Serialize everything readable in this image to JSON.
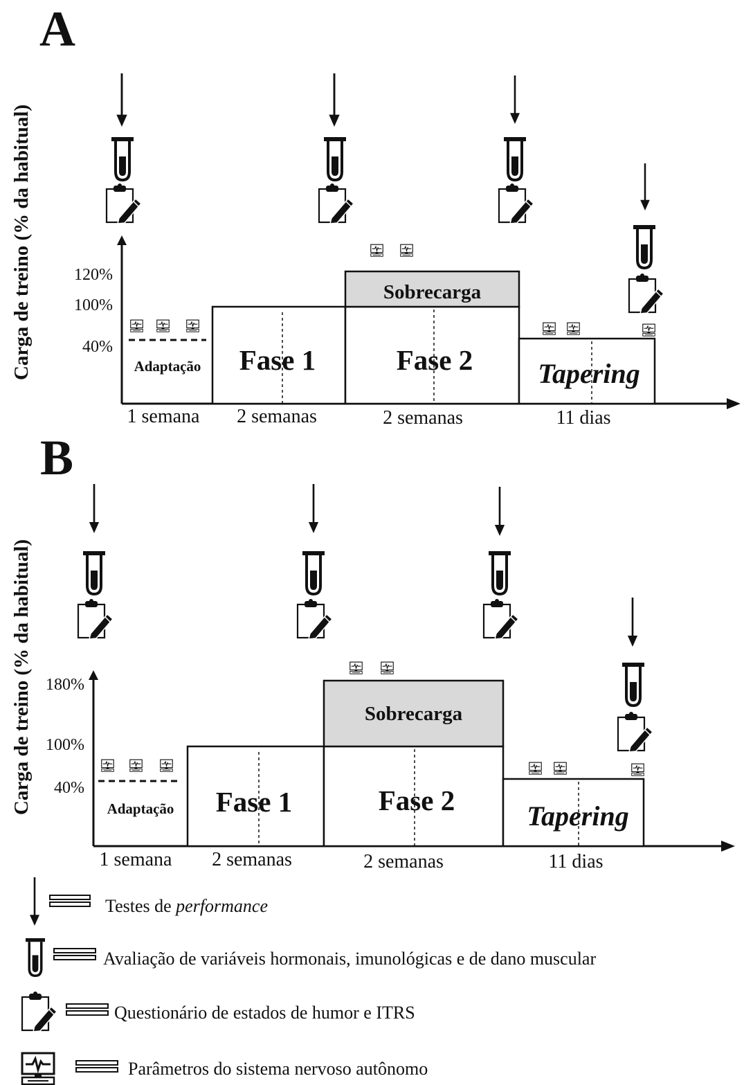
{
  "panels": [
    {
      "letter": "A",
      "y_axis_label": "Carga de treino (% da habitual)",
      "y_ticks": [
        "120%",
        "100%",
        "40%"
      ],
      "phases": [
        {
          "label": "Adaptação",
          "duration": "1 semana"
        },
        {
          "label": "Fase 1",
          "duration": "2 semanas"
        },
        {
          "label": "Fase 2",
          "duration": "2 semanas",
          "overload_label": "Sobrecarga"
        },
        {
          "label": "Tapering",
          "duration": "11 dias"
        }
      ]
    },
    {
      "letter": "B",
      "y_axis_label": "Carga de treino (% da habitual)",
      "y_ticks": [
        "180%",
        "100%",
        "40%"
      ],
      "phases": [
        {
          "label": "Adaptação",
          "duration": "1 semana"
        },
        {
          "label": "Fase 1",
          "duration": "2 semanas"
        },
        {
          "label": "Fase 2",
          "duration": "2 semanas",
          "overload_label": "Sobrecarga"
        },
        {
          "label": "Tapering",
          "duration": "11 dias"
        }
      ]
    }
  ],
  "legend": [
    {
      "icon": "arrow-down-icon",
      "text": "Testes de ",
      "text_italic": "performance"
    },
    {
      "icon": "test-tube-icon",
      "text": "Avaliação de variáveis hormonais, imunológicas e de dano muscular",
      "text_italic": ""
    },
    {
      "icon": "clipboard-pencil-icon",
      "text": "Questionário de estados de humor e ITRS",
      "text_italic": ""
    },
    {
      "icon": "heart-monitor-icon",
      "text": "Parâmetros do sistema nervoso autônomo",
      "text_italic": ""
    }
  ]
}
